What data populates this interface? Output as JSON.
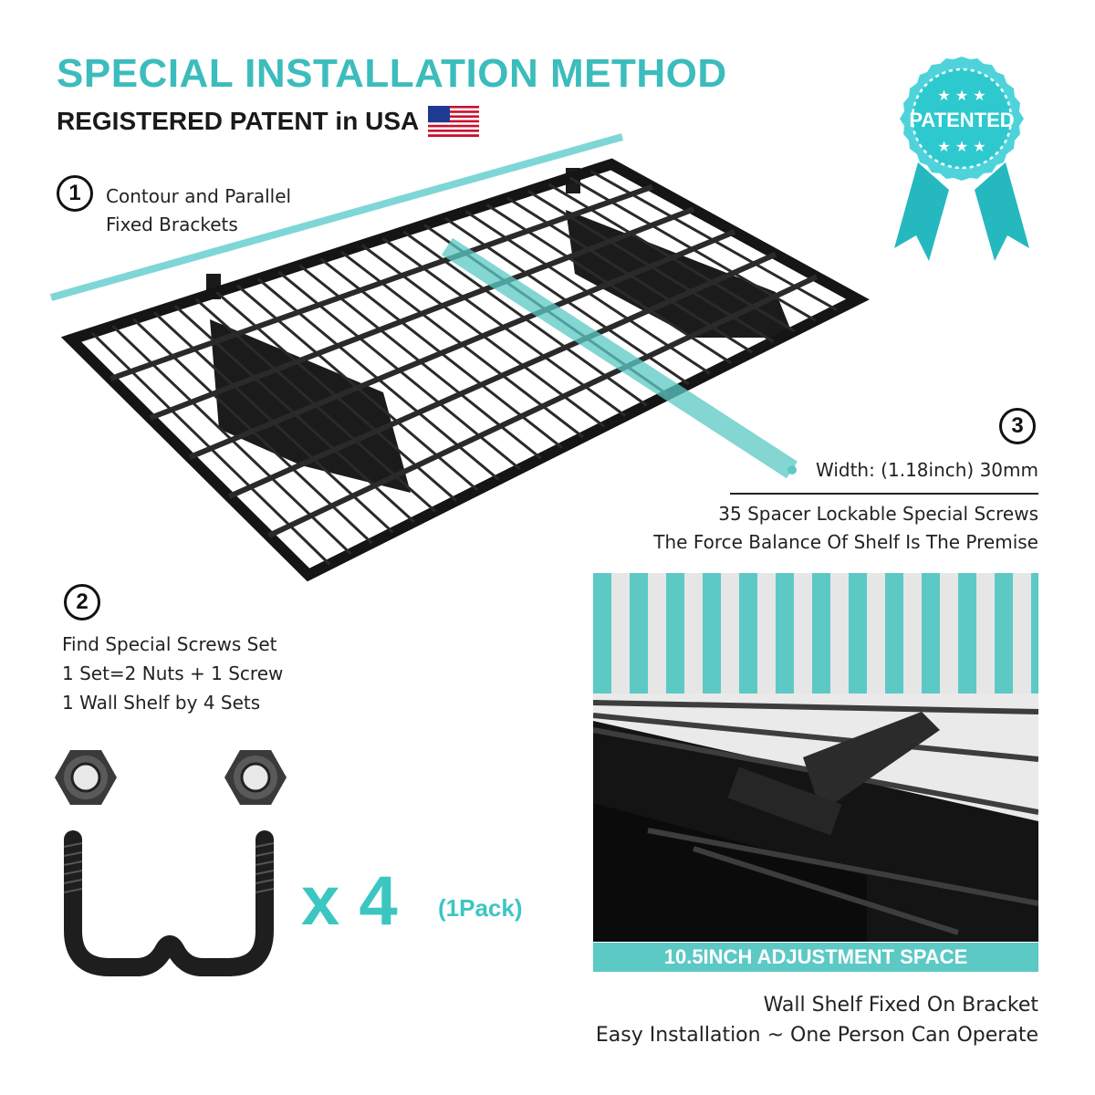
{
  "header": {
    "title": "SPECIAL INSTALLATION METHOD",
    "subtitle": "REGISTERED PATENT in USA"
  },
  "badge": {
    "label": "PATENTED",
    "color": "#2ec9cf"
  },
  "step1": {
    "number": "1",
    "lines": [
      "Contour and Parallel",
      "Fixed Brackets"
    ]
  },
  "step2": {
    "number": "2",
    "lines": [
      "Find Special Screws Set",
      "1 Set=2 Nuts + 1 Screw",
      "1 Wall Shelf by 4 Sets"
    ]
  },
  "step3": {
    "number": "3",
    "width_text": "Width: (1.18inch) 30mm",
    "lines": [
      "35 Spacer Lockable Special Screws",
      "The Force Balance Of  Shelf  Is The Premise"
    ]
  },
  "quantity": {
    "multiplier": "x 4",
    "pack": "(1Pack)"
  },
  "adjustment": {
    "label": "10.5INCH ADJUSTMENT SPACE"
  },
  "footer": {
    "lines": [
      "Wall Shelf Fixed On Bracket",
      "Easy Installation ~ One Person Can Operate"
    ]
  },
  "colors": {
    "accent": "#3cbcbc",
    "dark": "#1a1a1a"
  }
}
